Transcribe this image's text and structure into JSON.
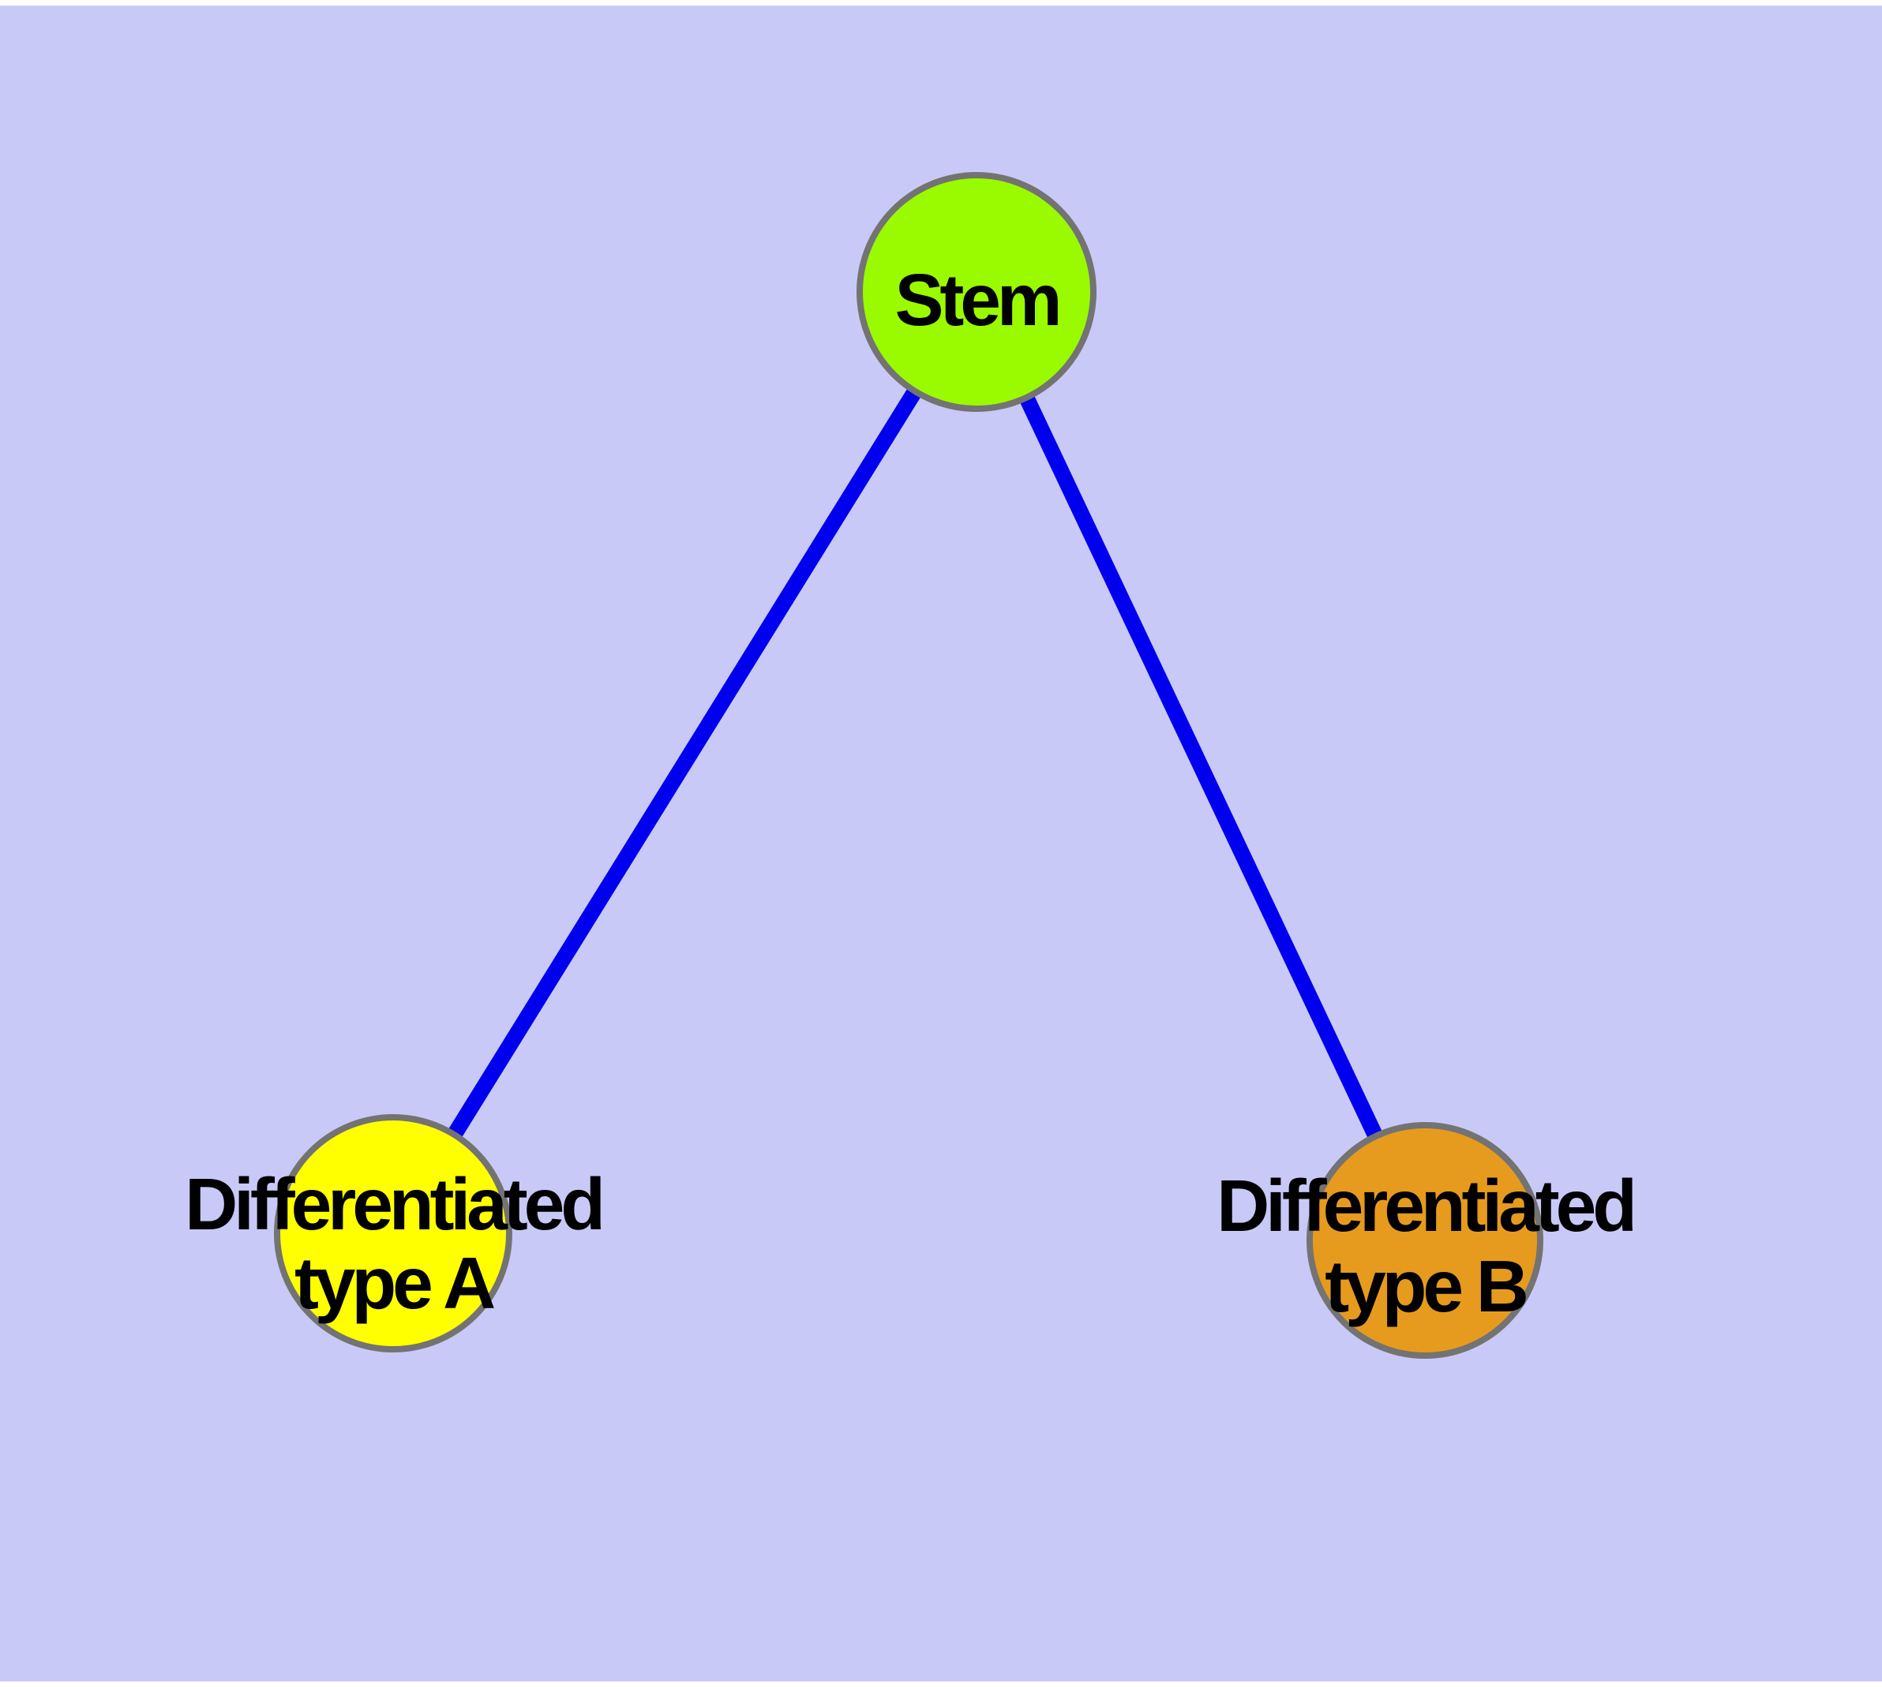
{
  "diagram": {
    "kind": "node-link-graph",
    "background_color": "#C9C9F8",
    "frame_color": "#FFFFFF",
    "edge_color": "#0000EE",
    "node_border_color": "#737373",
    "label_color": "#000000",
    "nodes": [
      {
        "id": "stem",
        "label": "Stem",
        "fill": "#9AFA00"
      },
      {
        "id": "differentiated-type-a",
        "line1": "Differentiated",
        "line2": "type A",
        "fill": "#FFFF00"
      },
      {
        "id": "differentiated-type-b",
        "line1": "Differentiated",
        "line2": "type B",
        "fill": "#E69B1E"
      }
    ],
    "edges": [
      {
        "from": "Stem",
        "to": "Differentiated type A"
      },
      {
        "from": "Stem",
        "to": "Differentiated type B"
      }
    ]
  }
}
